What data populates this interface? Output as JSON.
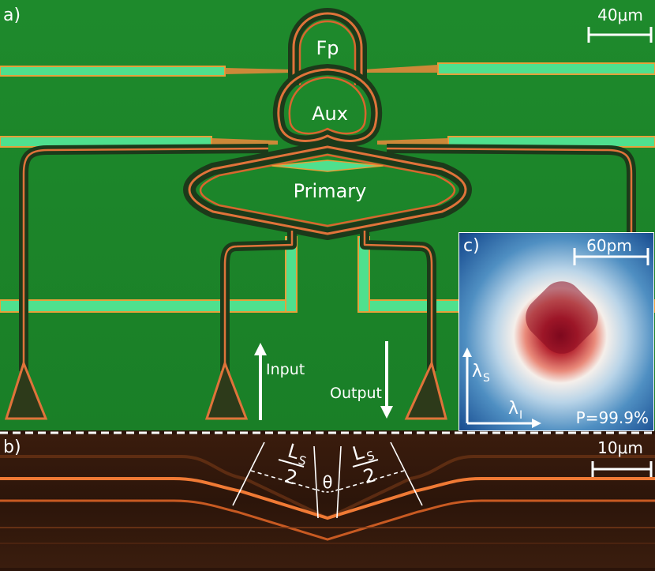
{
  "panels": {
    "a": {
      "label": "a)",
      "scale_bar": "40μm",
      "resonators": {
        "fp": "Fp",
        "aux": "Aux",
        "primary": "Primary"
      },
      "arrows": {
        "input": "Input",
        "output": "Output"
      },
      "colors": {
        "background": "#1f8a2a",
        "waveguide_core": "#4ee08c",
        "waveguide_edge": "#e07a2a"
      }
    },
    "b": {
      "label": "b)",
      "scale_bar": "10μm",
      "annotations": {
        "ls_numerator": "L",
        "ls_subscript": "S",
        "ls_denominator": "2",
        "angle": "θ"
      },
      "colors": {
        "background": "#2b140a",
        "waveguide": "#f07a35"
      }
    },
    "c": {
      "label": "c)",
      "scale_bar": "60pm",
      "axes": {
        "y_main": "λ",
        "y_sub": "S",
        "x_main": "λ",
        "x_sub": "I"
      },
      "purity": "P=99.9%",
      "colors": {
        "low": "#1a4d8f",
        "mid": "#f3f0ee",
        "high": "#7a0a1c"
      }
    }
  }
}
